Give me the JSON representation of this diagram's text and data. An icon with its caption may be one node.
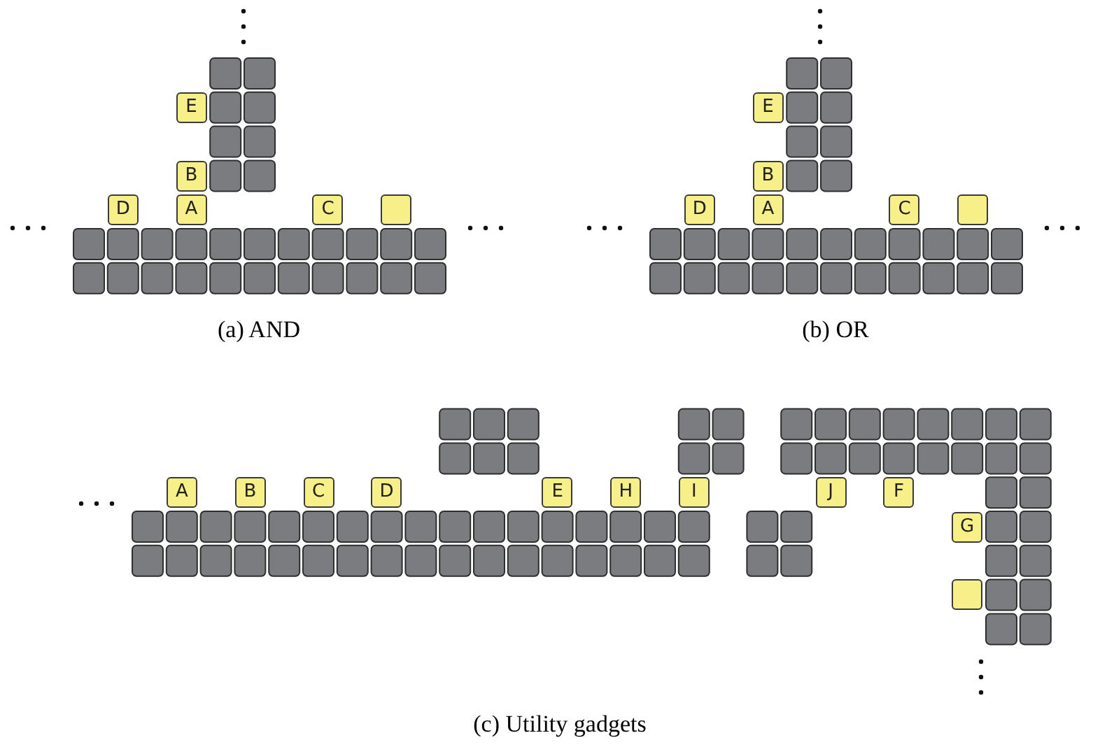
{
  "diagram": {
    "nodes": [
      {
        "text": [
          "E"
        ]
      },
      {
        "text": [
          "B"
        ]
      },
      {
        "text": [
          "D"
        ]
      },
      {
        "text": [
          "A"
        ]
      },
      {
        "text": [
          "C"
        ]
      },
      {
        "text": [],
        "shape": "box"
      },
      {
        "text": [
          "E"
        ]
      },
      {
        "text": [
          "B"
        ]
      },
      {
        "text": [
          "D"
        ]
      },
      {
        "text": [
          "A"
        ]
      },
      {
        "text": [
          "C"
        ]
      },
      {
        "text": [],
        "shape": "box"
      },
      {
        "text": [
          "A"
        ]
      },
      {
        "text": [
          "B"
        ]
      },
      {
        "text": [
          "C"
        ]
      },
      {
        "text": [
          "D"
        ]
      },
      {
        "text": [
          "E"
        ]
      },
      {
        "text": [
          "H"
        ]
      },
      {
        "text": [
          "I"
        ]
      },
      {
        "text": [
          "J"
        ]
      },
      {
        "text": [
          "F"
        ]
      },
      {
        "text": [
          "G"
        ]
      },
      {
        "text": [],
        "shape": "box"
      }
    ],
    "labels": [
      "(a) AND",
      "(b) OR",
      "(c) Utility gadgets"
    ]
  }
}
